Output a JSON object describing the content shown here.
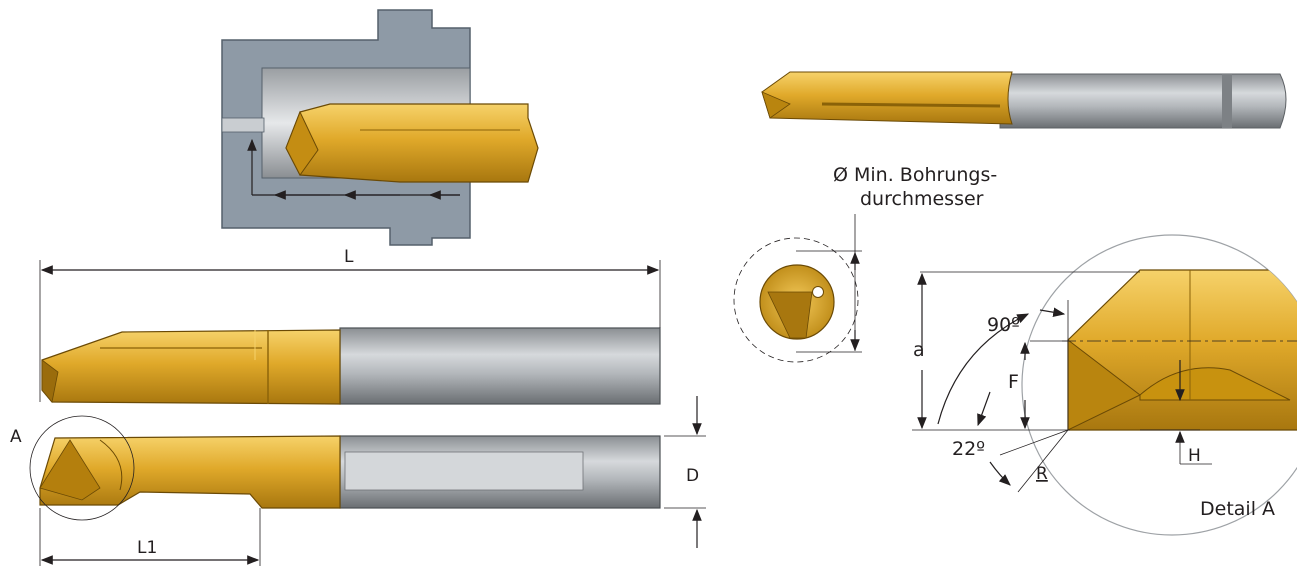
{
  "labels": {
    "L": "L",
    "L1": "L1",
    "D": "D",
    "A": "A",
    "a": "a",
    "F": "F",
    "H": "H",
    "R": "R",
    "angle90": "90º",
    "angle22": "22º",
    "detail": "Detail A",
    "bore_line1": "Ø Min. Bohrungs-",
    "bore_line2": "durchmesser"
  },
  "colors": {
    "gold": "#d9a021",
    "gold_dark": "#a8770f",
    "gold_light": "#f3c95a",
    "steel": "#a9adb1",
    "steel_dark": "#6e7276",
    "housing": "#8e9aa6",
    "line": "#231f20"
  }
}
